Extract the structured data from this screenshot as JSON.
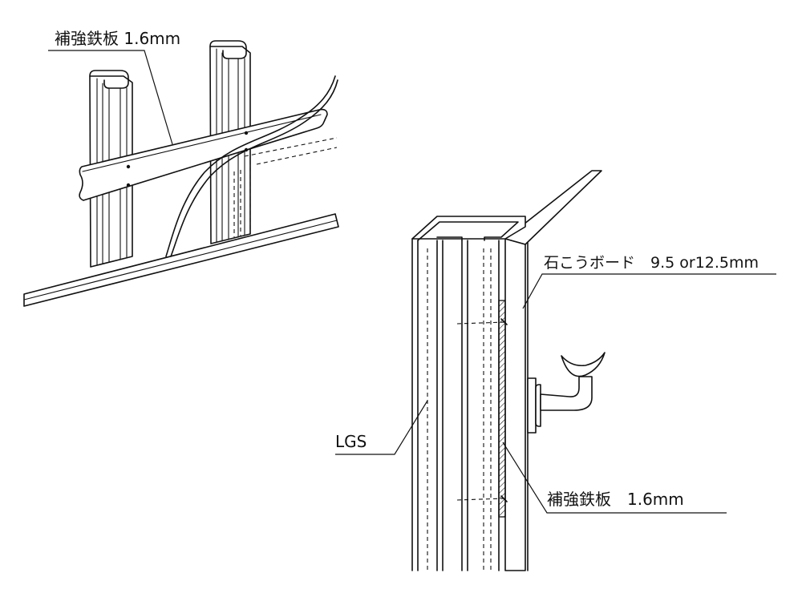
{
  "labels": {
    "top_plate": "補強鉄板 1.6mm",
    "gypsum_board": "石こうボード　9.5 or12.5mm",
    "lgs": "LGS",
    "bottom_plate": "補強鉄板　1.6mm"
  },
  "colors": {
    "line": "#111111",
    "background": "#ffffff"
  }
}
